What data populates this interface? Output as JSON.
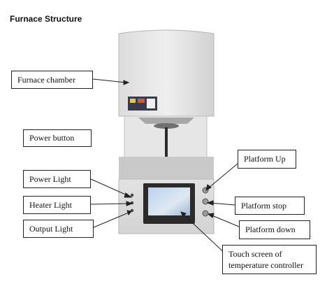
{
  "title": "Furnace Structure",
  "labels": {
    "furnace_chamber": "Furnace chamber",
    "power_button": "Power button",
    "power_light": "Power Light",
    "heater_light": "Heater Light",
    "output_light": "Output Light",
    "platform_up": "Platform Up",
    "platform_stop": "Platform stop",
    "platform_down": "Platform down",
    "touch_screen_line1": "Touch screen of",
    "touch_screen_line2": "temperature controller"
  }
}
